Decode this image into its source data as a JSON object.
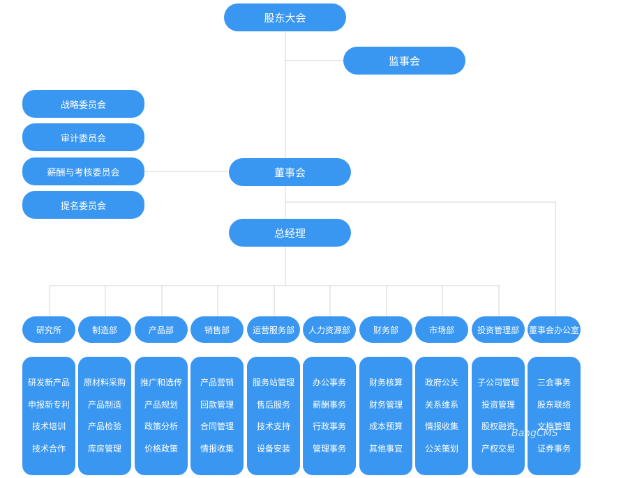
{
  "top": {
    "shareholders": "股东大会",
    "supervisors": "监事会",
    "board": "董事会",
    "general_manager": "总经理"
  },
  "committees": [
    "战略委员会",
    "审计委员会",
    "薪酬与考核委员会",
    "提名委员会"
  ],
  "departments": [
    {
      "name": "研究所",
      "items": [
        "研发新产品",
        "申报新专利",
        "技术培训",
        "技术合作"
      ]
    },
    {
      "name": "制造部",
      "items": [
        "原材料采购",
        "产品制造",
        "产品检验",
        "库房管理"
      ]
    },
    {
      "name": "产品部",
      "items": [
        "推广和选传",
        "产品规划",
        "政策分析",
        "价格政策"
      ]
    },
    {
      "name": "销售部",
      "items": [
        "产品营销",
        "回款管理",
        "合同管理",
        "情报收集"
      ]
    },
    {
      "name": "运营服务部",
      "items": [
        "服务站管理",
        "售后服务",
        "技术支持",
        "设备安装"
      ]
    },
    {
      "name": "人力资源部",
      "items": [
        "办公事务",
        "薪酬事务",
        "行政事务",
        "管理事务"
      ]
    },
    {
      "name": "财务部",
      "items": [
        "财务核算",
        "财务管理",
        "成本预算",
        "其他事宜"
      ]
    },
    {
      "name": "市场部",
      "items": [
        "政府公关",
        "关系维系",
        "情报收集",
        "公关策划"
      ]
    },
    {
      "name": "投资管理部",
      "items": [
        "子公司管理",
        "投资管理",
        "股权融资",
        "产权交易"
      ]
    },
    {
      "name": "董事会办公室",
      "items": [
        "三会事务",
        "股东联络",
        "文档管理",
        "证券事务"
      ]
    }
  ],
  "watermark": "BangCMS",
  "colors": {
    "node": "#3a97f1",
    "line": "#d4d4d4"
  }
}
